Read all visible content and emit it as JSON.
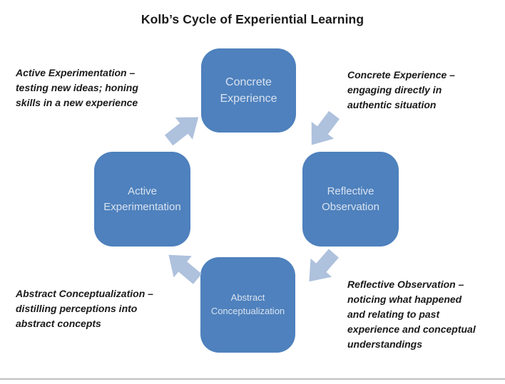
{
  "title": "Kolb’s Cycle of Experiential Learning",
  "nodes": {
    "concrete_experience": {
      "label": "Concrete Experience"
    },
    "reflective_observation": {
      "label": "Reflective Observation"
    },
    "abstract_conceptualization": {
      "label": "Abstract Conceptualization"
    },
    "active_experimentation": {
      "label": "Active Experimentation"
    }
  },
  "annotations": {
    "active_experimentation": "Active Experimentation –\ntesting new ideas; honing\nskills in a new experience",
    "concrete_experience": "Concrete Experience –\nengaging directly in\nauthentic situation",
    "abstract_conceptualization": "Abstract Conceptualization –\ndistilling perceptions into\nabstract concepts",
    "reflective_observation": "Reflective Observation –\nnoticing what happened\nand relating to past\nexperience and conceptual\nunderstandings"
  },
  "arrows": {
    "active_to_concrete": {
      "direction": "up-right"
    },
    "concrete_to_reflective": {
      "direction": "down-left"
    },
    "reflective_to_abstract": {
      "direction": "down-left"
    },
    "abstract_to_active": {
      "direction": "up-left"
    }
  },
  "colors": {
    "node_fill": "#4E81BD",
    "node_text": "#D9E2F0",
    "arrow_fill": "#AEC1DD",
    "text": "#1A1A1A",
    "divider": "#BFBFBF"
  }
}
